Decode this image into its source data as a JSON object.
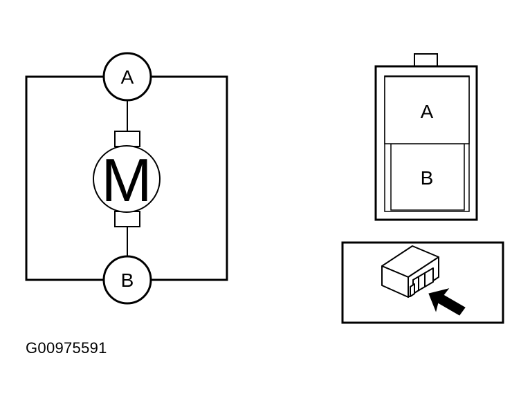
{
  "schematic": {
    "terminal_a": "A",
    "terminal_b": "B",
    "motor_symbol": "M"
  },
  "connector_face": {
    "cavity_a": "A",
    "cavity_b": "B"
  },
  "inset": {
    "icons": [
      "connector-body-icon",
      "arrow-icon"
    ]
  },
  "figure_id": "G00975591",
  "colors": {
    "line": "#000000",
    "background": "#ffffff",
    "arrow_fill": "#000000",
    "connector_fill": "#ffffff"
  }
}
